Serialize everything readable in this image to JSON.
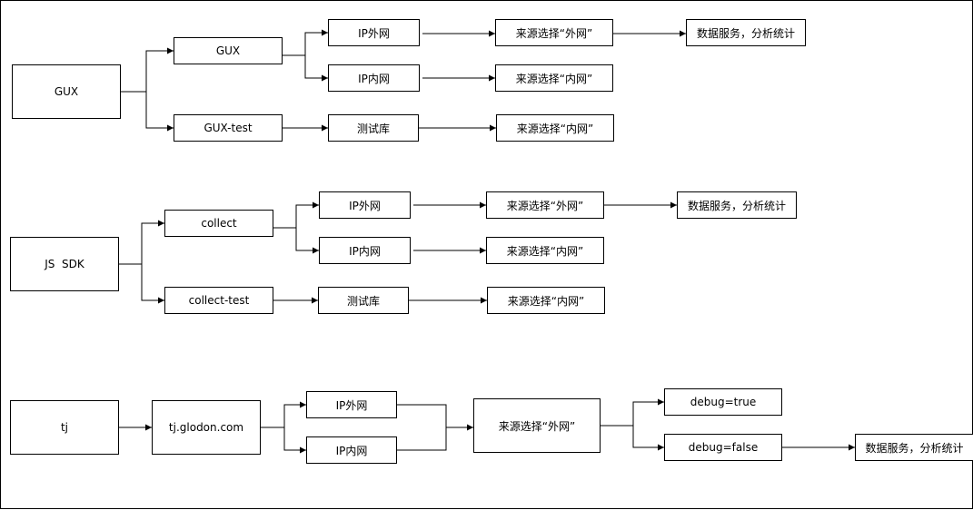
{
  "diagram": {
    "nodes": {
      "gux": "GUX",
      "gux_svc": "GUX",
      "gux_ip_ext": "IP外网",
      "gux_src_ext": "来源选择“外网”",
      "gux_data": "数据服务，分析统计",
      "gux_ip_int": "IP内网",
      "gux_src_int": "来源选择“内网”",
      "gux_test": "GUX-test",
      "gux_testdb": "测试库",
      "gux_test_src": "来源选择“内网”",
      "jssdk": "JS  SDK",
      "collect": "collect",
      "col_ip_ext": "IP外网",
      "col_src_ext": "来源选择“外网”",
      "col_data": "数据服务，分析统计",
      "col_ip_int": "IP内网",
      "col_src_int": "来源选择“内网”",
      "collect_test": "collect-test",
      "col_testdb": "测试库",
      "col_test_src": "来源选择“内网”",
      "tj": "tj",
      "tj_domain": "tj.glodon.com",
      "tj_ip_ext": "IP外网",
      "tj_ip_int": "IP内网",
      "tj_src_ext": "来源选择“外网”",
      "debug_true": "debug=true",
      "debug_false": "debug=false",
      "tj_data": "数据服务，分析统计"
    }
  }
}
